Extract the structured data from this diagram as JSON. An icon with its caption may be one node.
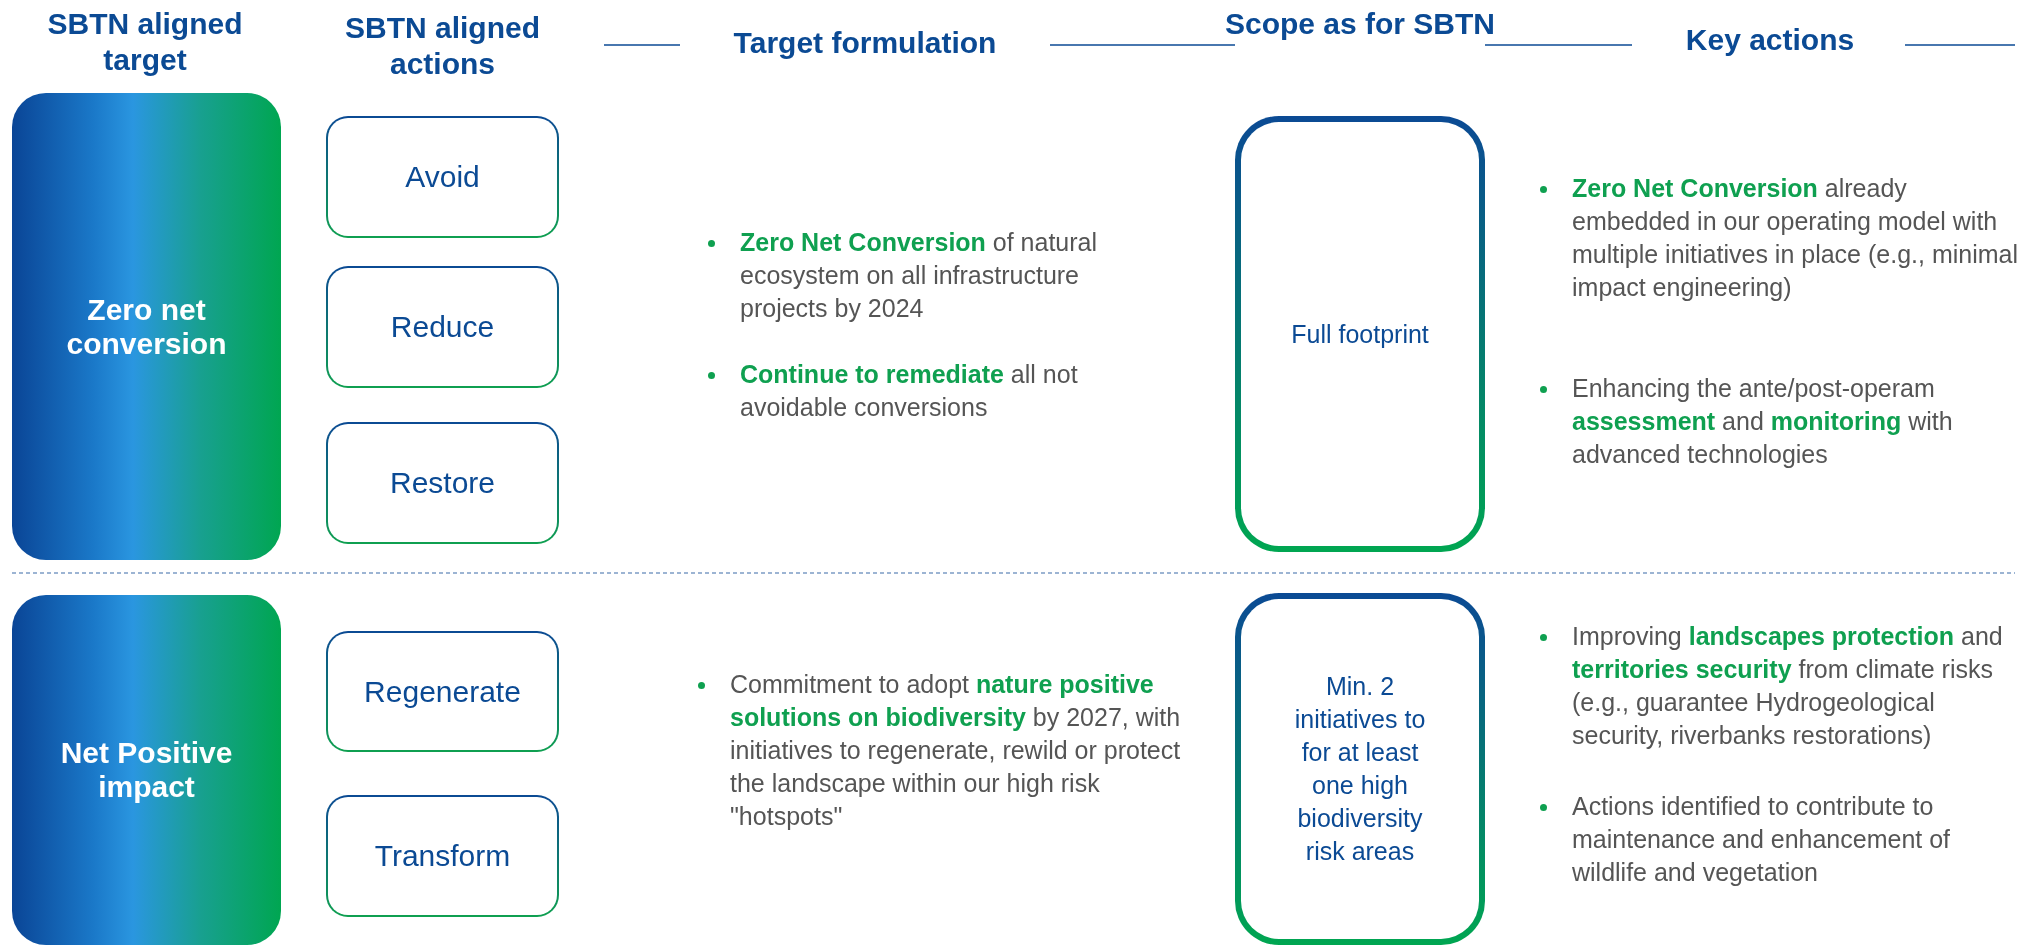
{
  "diagram": {
    "nodes": [
      {
        "text": [
          "Zero net conversion"
        ]
      },
      {
        "text": [
          "Avoid"
        ]
      },
      {
        "text": [
          "Reduce"
        ]
      },
      {
        "text": [
          "Restore"
        ]
      },
      {
        "text": [
          "Full footprint"
        ]
      },
      {
        "text": [
          "Net Positive impact"
        ]
      },
      {
        "text": [
          "Regenerate"
        ]
      },
      {
        "text": [
          "Transform"
        ]
      },
      {
        "text": [
          "Min. 2 initiatives to for at least one high biodiversity risk areas"
        ]
      }
    ],
    "labels": [
      "SBTN aligned target",
      "SBTN aligned actions",
      "Target formulation",
      "Scope as for SBTN",
      "Key actions",
      "**Zero Net Conversion** of natural ecosystem on all infrastructure projects by 2024",
      "**Continue to remediate** all not avoidable conversions",
      "**Zero Net Conversion** already embedded in our operating model with multiple initiatives in place (e.g., minimal impact engineering)",
      "Enhancing the ante/post-operam **assessment** and **monitoring** with advanced technologies",
      "Commitment to adopt **nature positive solutions on biodiversity** by 2027, with initiatives to regenerate, rewild or protect the landscape within our  high risk \"hotspots\"",
      "Improving **landscapes protection** and **territories security** from climate risks (e.g., guarantee Hydrogeological security, riverbanks restorations)",
      "Actions identified to contribute to maintenance and enhancement of wildlife and vegetation"
    ]
  }
}
